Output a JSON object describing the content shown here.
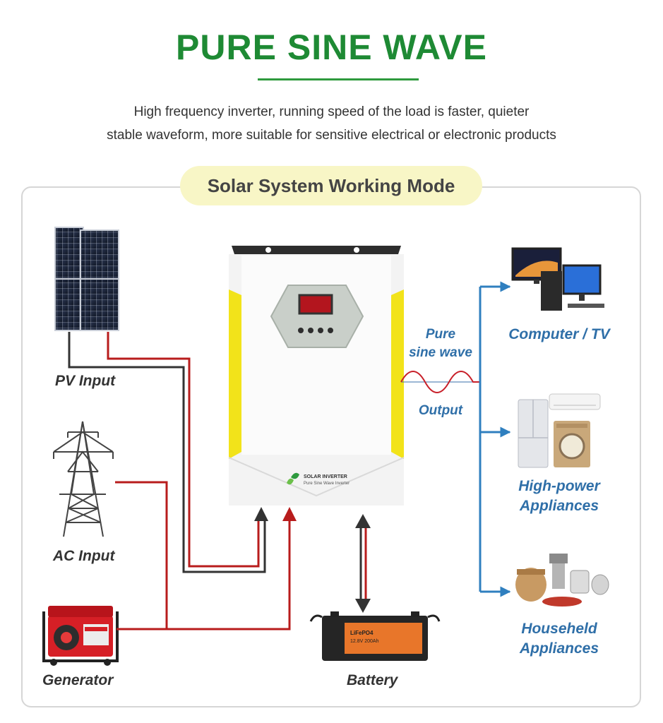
{
  "header": {
    "title": "PURE SINE WAVE",
    "line1": "High frequency inverter, running speed of the load is faster, quieter",
    "line2": "stable waveform, more suitable for sensitive electrical or electronic products"
  },
  "diagram": {
    "heading": "Solar System Working Mode",
    "inputs": {
      "pv": "PV Input",
      "ac": "AC Input",
      "generator": "Generator"
    },
    "battery": {
      "label": "Battery",
      "brand_text": "LiFePO4",
      "spec_text": "12.8V 200Ah"
    },
    "inverter": {
      "brand_text": "SOLAR INVERTER",
      "model_text": "Pure Sine Wave Inverter"
    },
    "wave": {
      "line1": "Pure",
      "line2": "sine wave",
      "output": "Output"
    },
    "outputs": {
      "computer": "Computer / TV",
      "highpower_1": "High-power",
      "highpower_2": "Appliances",
      "household_1": "Househeld",
      "household_2": "Appliances"
    },
    "colors": {
      "title_green": "#1e8a34",
      "pill_bg": "#f8f6c6",
      "wire_red": "#b81c1c",
      "wire_dark": "#333333",
      "output_blue": "#2f7fbf",
      "label_blue": "#2f6fa8",
      "inverter_yellow": "#f2e31a"
    }
  }
}
